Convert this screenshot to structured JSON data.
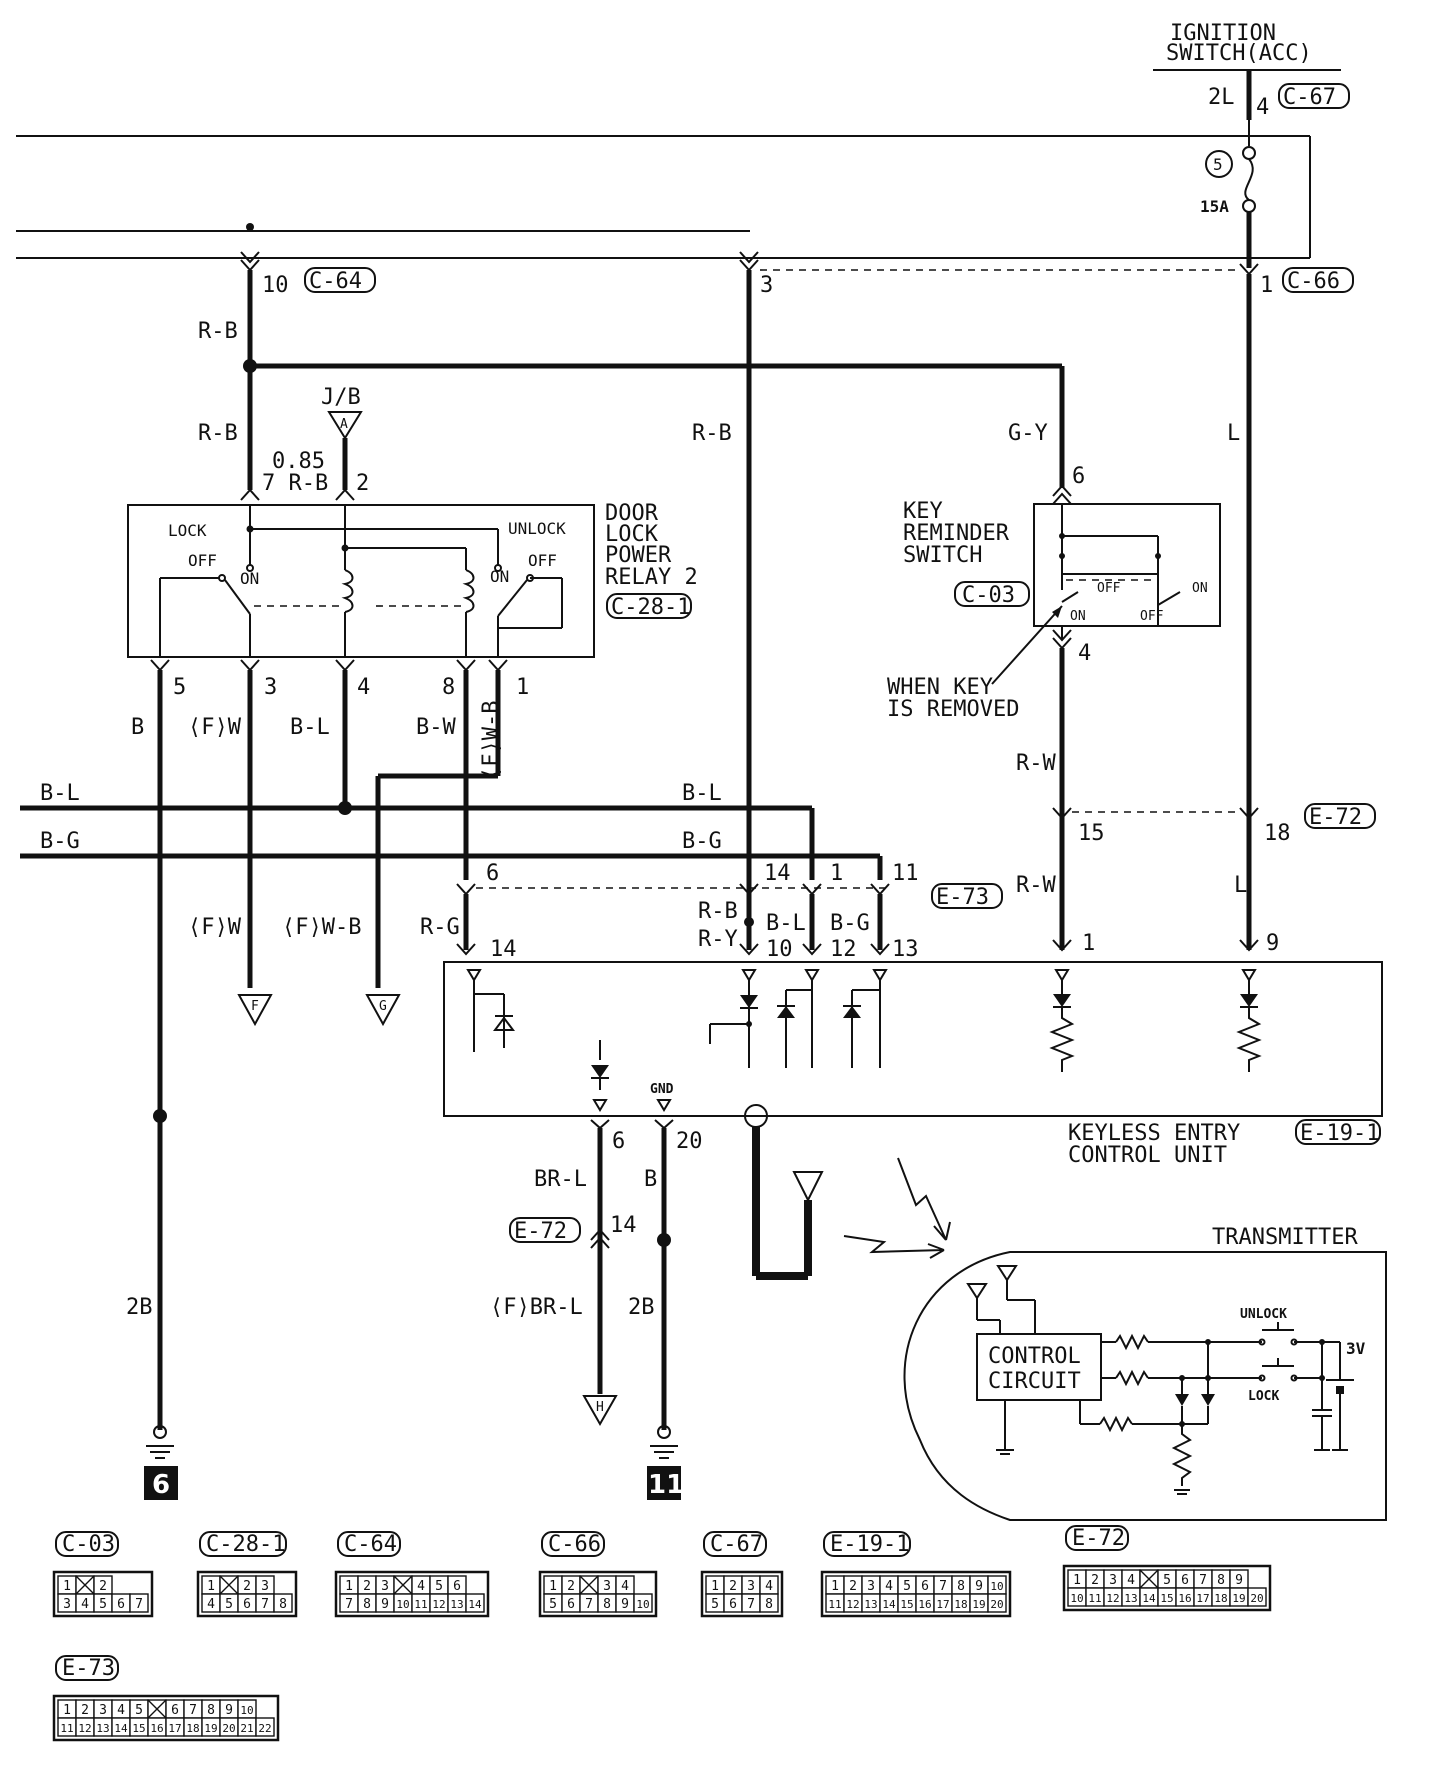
{
  "ignition": {
    "line1": "IGNITION",
    "line2": "SWITCH(ACC)"
  },
  "fuse": {
    "number": "5",
    "rating": "15A"
  },
  "wires": {
    "top_2l": "2L",
    "pin4_c67": "4",
    "pin10_c64": "10",
    "pin3_top": "3",
    "pin1_c66": "1",
    "rb_upper": "R-B",
    "rb_left": "R-B",
    "rb_mid": "R-B",
    "jb": "J/B",
    "jb_term": "A",
    "wire_085": "0.85",
    "wire_7rb": "7 R-B",
    "pin2": "2",
    "gy": "G-Y",
    "pin6_krs": "6",
    "l_right": "L",
    "pin5": "5",
    "pin3": "3",
    "pin4": "4",
    "pin8": "8",
    "pin1": "1",
    "b": "B",
    "fw": "⟨F⟩W",
    "bl": "B-L",
    "bw": "B-W",
    "fwb_vert": "⟨F⟩W-B",
    "bl_bus_left": "B-L",
    "bg_bus_left": "B-G",
    "bl_bus_right": "B-L",
    "bg_bus_right": "B-G",
    "pin4_krs": "4",
    "rw_upper": "R-W",
    "pin15": "15",
    "pin18": "18",
    "pin6_e73": "6",
    "pin14_e73": "14",
    "pin1_e73": "1",
    "pin11_e73": "11",
    "rw_lower": "R-W",
    "l_lower": "L",
    "fw_lower": "⟨F⟩W",
    "fwb_lower": "⟨F⟩W-B",
    "rg": "R-G",
    "rb_low": "R-B",
    "ry": "R-Y",
    "bl_low": "B-L",
    "bg_low": "B-G",
    "pin14_ecu": "14",
    "pin10_ecu": "10",
    "pin12_ecu": "12",
    "pin13_ecu": "13",
    "pin1_ecu": "1",
    "pin9_ecu": "9",
    "term_f": "F",
    "term_g": "G",
    "term_h": "H",
    "gnd": "GND",
    "pin6_ecu": "6",
    "pin20_ecu": "20",
    "brl": "BR-L",
    "b_gnd": "B",
    "pin14_e72": "14",
    "fbrl": "⟨F⟩BR-L",
    "twob_left": "2B",
    "twob_right": "2B"
  },
  "relay": {
    "name_l1": "DOOR",
    "name_l2": "LOCK",
    "name_l3": "POWER",
    "name_l4": "RELAY 2",
    "lock": "LOCK",
    "unlock": "UNLOCK",
    "off_l": "OFF",
    "on_l": "ON",
    "on_r": "ON",
    "off_r": "OFF"
  },
  "key_reminder": {
    "name_l1": "KEY",
    "name_l2": "REMINDER",
    "name_l3": "SWITCH",
    "off1": "OFF",
    "off2": "OFF",
    "on1": "ON",
    "on2": "ON",
    "when_l1": "WHEN KEY",
    "when_l2": "IS REMOVED"
  },
  "ecu": {
    "name_l1": "KEYLESS ENTRY",
    "name_l2": "CONTROL UNIT"
  },
  "transmitter": {
    "title": "TRANSMITTER",
    "cc_l1": "CONTROL",
    "cc_l2": "CIRCUIT",
    "unlock": "UNLOCK",
    "lock": "LOCK",
    "battery": "3V"
  },
  "connectors": {
    "c67": "C-67",
    "c64": "C-64",
    "c66": "C-66",
    "c28_1": "C-28-1",
    "c03": "C-03",
    "e72_a": "E-72",
    "e73": "E-73",
    "e19_1": "E-19-1",
    "e72_b": "E-72"
  },
  "grounds": {
    "g6": "6",
    "g11": "11"
  },
  "connector_views": [
    {
      "tag": "C-03",
      "rows": [
        [
          "1",
          "",
          "2"
        ],
        [
          "3",
          "4",
          "5",
          "6",
          "7"
        ]
      ]
    },
    {
      "tag": "C-28-1",
      "rows": [
        [
          "1",
          "",
          "2",
          "3"
        ],
        [
          "4",
          "5",
          "6",
          "7",
          "8"
        ]
      ]
    },
    {
      "tag": "C-64",
      "rows": [
        [
          "1",
          "2",
          "3",
          "",
          "4",
          "5",
          "6"
        ],
        [
          "7",
          "8",
          "9",
          "10",
          "11",
          "12",
          "13",
          "14"
        ]
      ]
    },
    {
      "tag": "C-66",
      "rows": [
        [
          "1",
          "2",
          "",
          "3",
          "4"
        ],
        [
          "5",
          "6",
          "7",
          "8",
          "9",
          "10"
        ]
      ]
    },
    {
      "tag": "C-67",
      "rows": [
        [
          "1",
          "2",
          "3",
          "4"
        ],
        [
          "5",
          "6",
          "7",
          "8"
        ]
      ]
    },
    {
      "tag": "E-19-1",
      "rows": [
        [
          "1",
          "2",
          "3",
          "4",
          "5",
          "6",
          "7",
          "8",
          "9",
          "10"
        ],
        [
          "11",
          "12",
          "13",
          "14",
          "15",
          "16",
          "17",
          "18",
          "19",
          "20"
        ]
      ]
    },
    {
      "tag": "E-72",
      "rows": [
        [
          "1",
          "2",
          "3",
          "4",
          "",
          "5",
          "6",
          "7",
          "8",
          "9"
        ],
        [
          "10",
          "11",
          "12",
          "13",
          "14",
          "15",
          "16",
          "17",
          "18",
          "19",
          "20"
        ]
      ]
    },
    {
      "tag": "E-73",
      "rows": [
        [
          "1",
          "2",
          "3",
          "4",
          "5",
          "",
          "6",
          "7",
          "8",
          "9",
          "10"
        ],
        [
          "11",
          "12",
          "13",
          "14",
          "15",
          "16",
          "17",
          "18",
          "19",
          "20",
          "21",
          "22"
        ]
      ]
    }
  ]
}
